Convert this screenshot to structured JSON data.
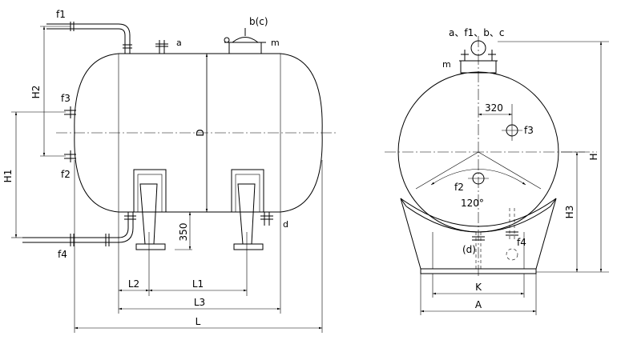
{
  "side_view": {
    "nozzles": {
      "f1": "f1",
      "a": "a",
      "bc": "b(c)",
      "m": "m",
      "f3": "f3",
      "f2": "f2",
      "f4": "f4",
      "d": "d"
    },
    "dimensions": {
      "H2": "H2",
      "H1": "H1",
      "D": "D",
      "h350": "350",
      "L2": "L2",
      "L1": "L1",
      "L3": "L3",
      "L": "L"
    }
  },
  "end_view": {
    "nozzle_group": "a、f1、b、c",
    "m": "m",
    "d": "(d)",
    "f2": "f2",
    "f3": "f3",
    "f4": "f4",
    "angle": "120°",
    "offset": "320",
    "dimensions": {
      "K": "K",
      "A": "A",
      "H": "H",
      "H3": "H3"
    }
  }
}
